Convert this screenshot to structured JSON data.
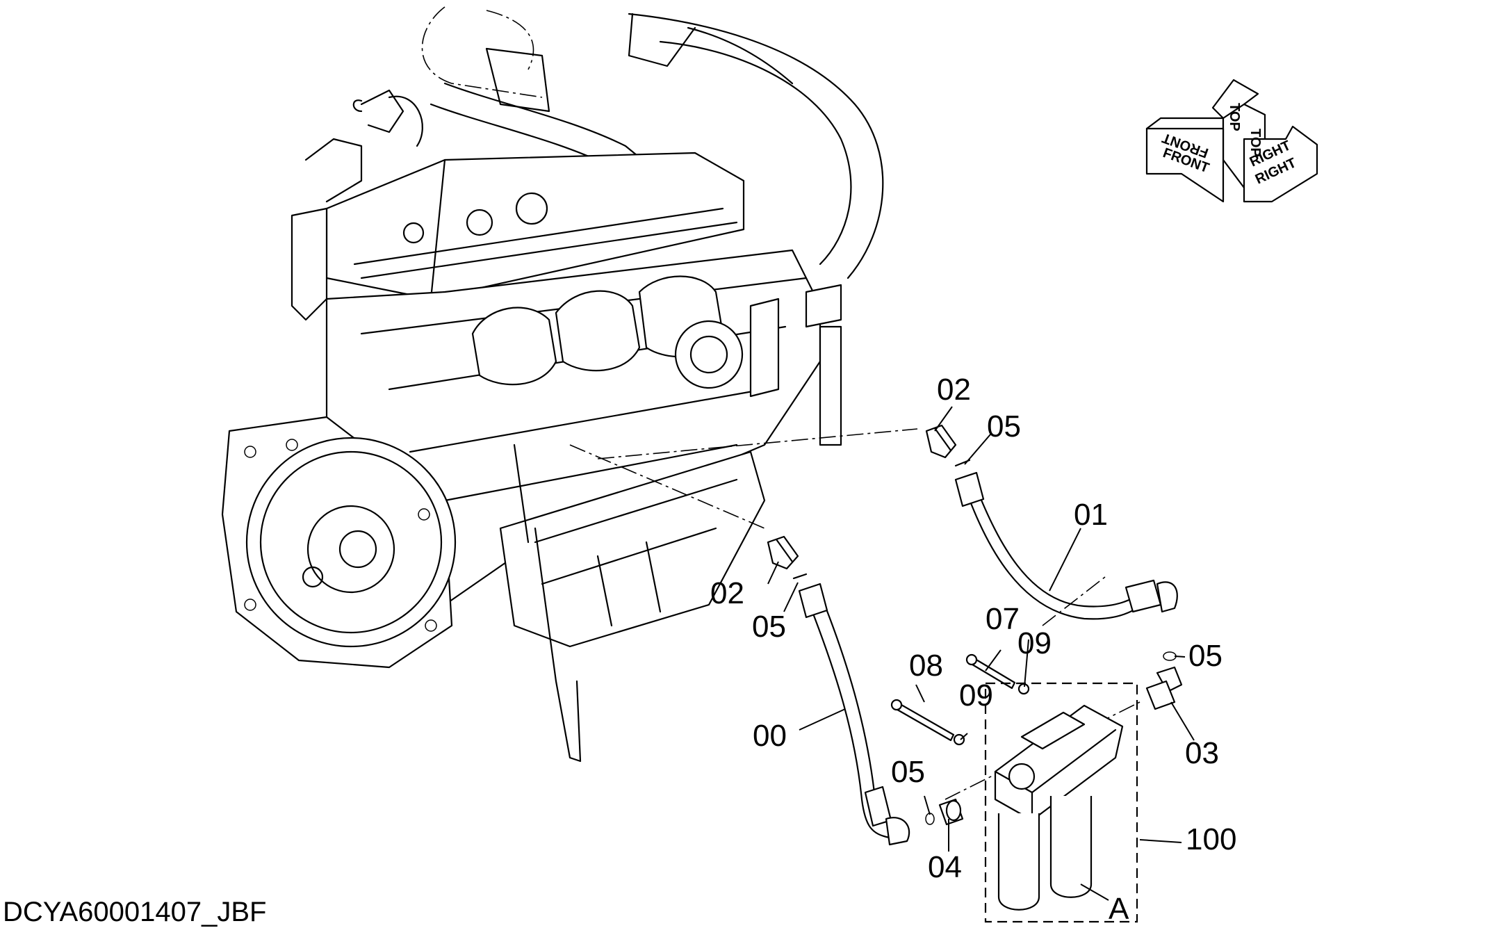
{
  "drawing": {
    "id": "DCYA60001407_JBF"
  },
  "orientation": {
    "top_a": "TOP",
    "top_b": "TOP",
    "front_a": "FRONT",
    "front_b": "FRONT",
    "right_a": "RIGHT",
    "right_b": "RIGHT"
  },
  "callouts": {
    "c00": "00",
    "c01": "01",
    "c02_upper": "02",
    "c02_lower": "02",
    "c03": "03",
    "c04": "04",
    "c05_upper": "05",
    "c05_left": "05",
    "c05_right": "05",
    "c05_bottom": "05",
    "c07": "07",
    "c08": "08",
    "c09_upper": "09",
    "c09_lower": "09",
    "c100": "100",
    "cA": "A"
  }
}
